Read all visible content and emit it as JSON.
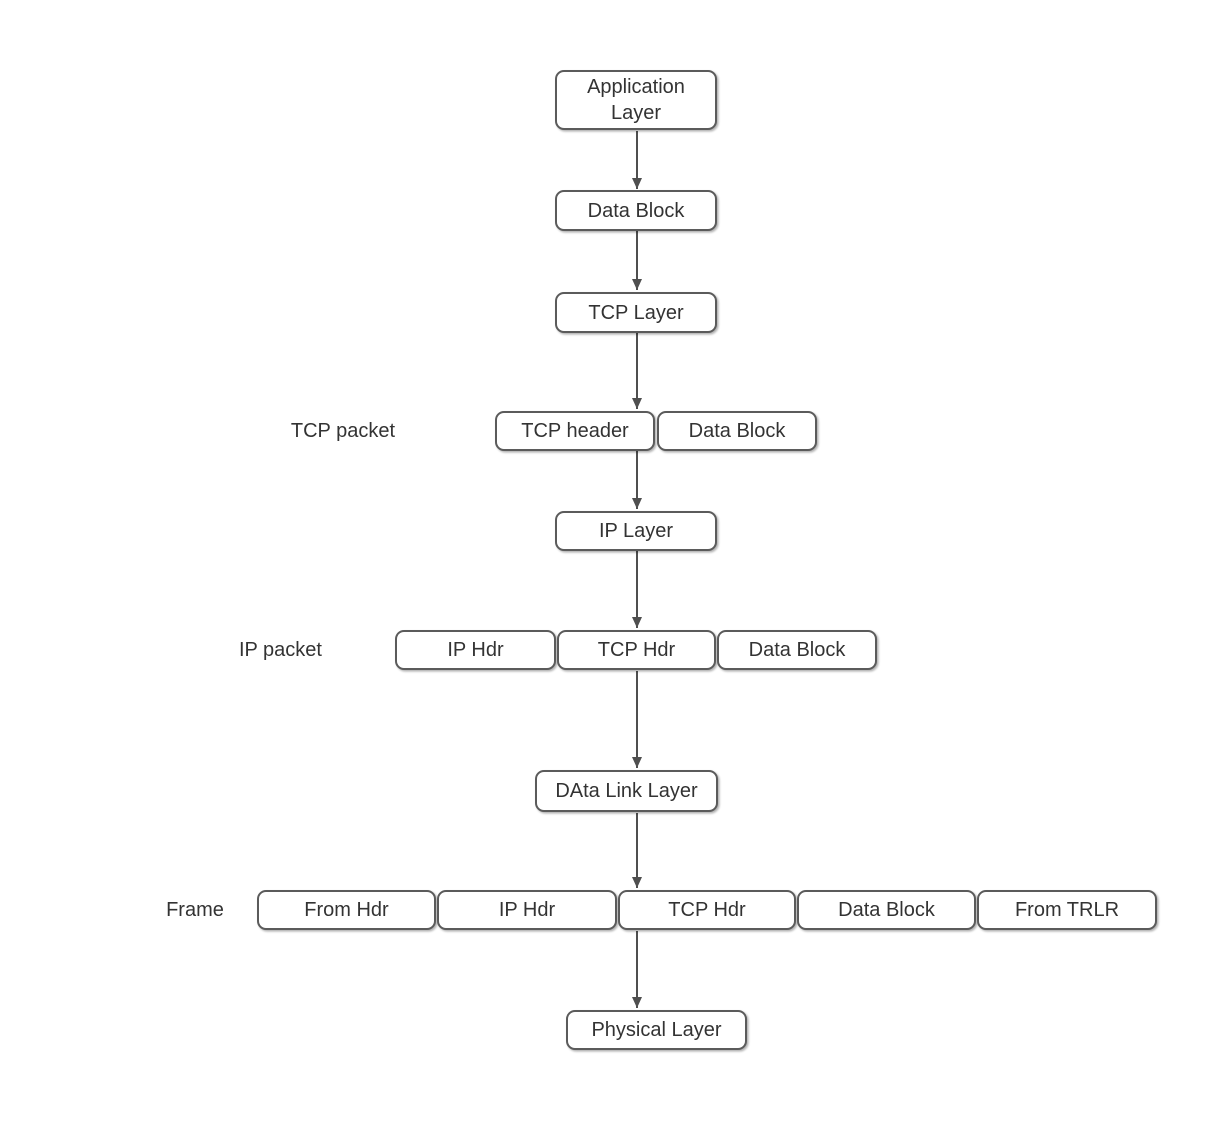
{
  "diagram": {
    "description": "TCP/IP encapsulation flow diagram",
    "nodes": {
      "application_layer": "Application Layer",
      "data_block_top": "Data Block",
      "tcp_layer": "TCP Layer",
      "ip_layer": "IP Layer",
      "data_link_layer": "DAta Link Layer",
      "physical_layer": "Physical Layer"
    },
    "rows": {
      "tcp_packet": {
        "label": "TCP packet",
        "cells": [
          "TCP header",
          "Data Block"
        ]
      },
      "ip_packet": {
        "label": "IP packet",
        "cells": [
          "IP Hdr",
          "TCP Hdr",
          "Data Block"
        ]
      },
      "frame": {
        "label": "Frame",
        "cells": [
          "From Hdr",
          "IP Hdr",
          "TCP Hdr",
          "Data Block",
          "From TRLR"
        ]
      }
    },
    "colors": {
      "background": "#ffffff",
      "node_fill": "#ffffff",
      "node_border": "#5b5b5b",
      "text": "#333333",
      "arrow": "#4f4f4f"
    }
  }
}
